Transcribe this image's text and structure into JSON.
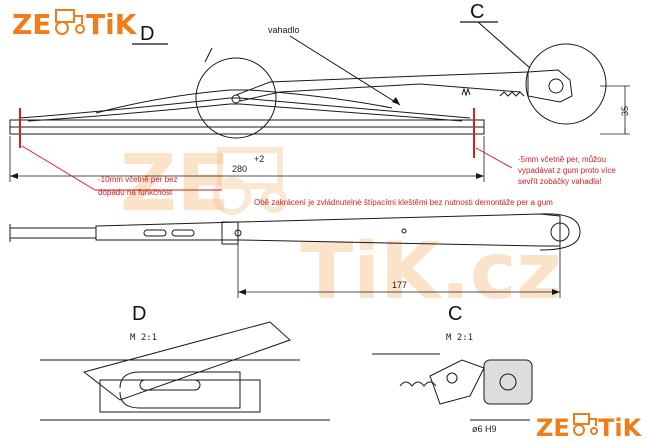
{
  "logo": {
    "left": "ZE",
    "right": "TiK"
  },
  "watermark": {
    "left": "ZE",
    "right": "TiK.cz"
  },
  "labels": {
    "view_d": "D",
    "view_c": "C",
    "arm_label": "vahadlo",
    "detail_d": "D",
    "detail_c": "C",
    "scale_d": "M 2:1",
    "scale_c": "M 2:1"
  },
  "dimensions": {
    "overall_length": "280",
    "tolerance": "+2",
    "height": "35",
    "height_prefix": "~",
    "arm_length": "177",
    "pin_diameter": "ø6 H9"
  },
  "notes": {
    "left_note_line1": "-10mm včetně per bez",
    "left_note_line2": "dopadu na funkčnost",
    "right_note_line1": "-5mm včetně per, můžou",
    "right_note_line2": "vypadávat z gum proto více",
    "right_note_line3": "sevřít zobáčky vahadla!",
    "center_note": "Obě zakrácení je zvládnutelné štípacími kleštěmi bez nutnosti demontáže per a gum"
  },
  "colors": {
    "annotation": "#d21f1f",
    "logo": "#f07d1a",
    "line": "#1a1a1a"
  }
}
